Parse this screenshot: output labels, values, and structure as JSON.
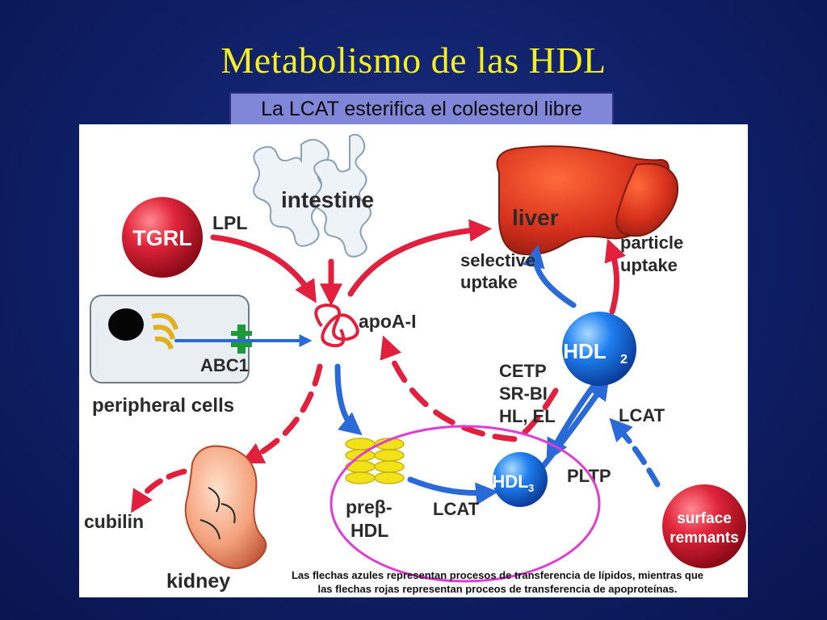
{
  "title": "Metabolismo de las HDL",
  "subtitle": "La LCAT esterifica el colesterol libre",
  "labels": {
    "intestine": "intestine",
    "liver": "liver",
    "tgrl": "TGRL",
    "lpl": "LPL",
    "apoa1": "apoA-I",
    "abc1": "ABC1",
    "peripheral": "peripheral cells",
    "selective1": "selective",
    "selective2": "uptake",
    "particle1": "particle",
    "particle2": "uptake",
    "hdl2": "HDL",
    "hdl2_sub": "2",
    "hdl3": "HDL",
    "hdl3_sub": "3",
    "cetp": "CETP",
    "srbi": "SR-BI",
    "hlel": "HL, EL",
    "lcat_right": "LCAT",
    "pltp": "PLTP",
    "prebeta1": "preβ-",
    "prebeta2": "HDL",
    "lcat_bottom": "LCAT",
    "surface1": "surface",
    "surface2": "remnants",
    "cubilin": "cubilin",
    "kidney": "kidney"
  },
  "caption": {
    "line1": "Las flechas azules representan procesos de transferencia de lípidos, mientras que",
    "line2": "las flechas rojas representan proceos de transferencia de apoproteínas."
  },
  "colors": {
    "title": "#f6f01e",
    "subtitle_bg": "#8086d8",
    "red_arrow": "#e2203d",
    "blue_arrow": "#2a6ad8",
    "highlight_ring": "#e23ad8",
    "hdl_sphere": "#1f7ff0",
    "tgrl_sphere": "#d81f2f"
  }
}
